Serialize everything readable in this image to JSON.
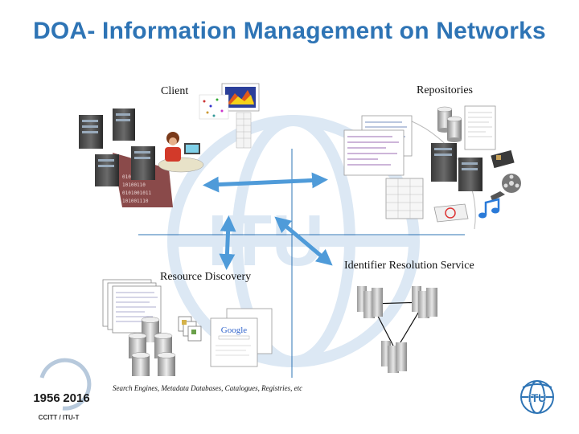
{
  "title": "DOA- Information Management on Networks",
  "quadrants": {
    "client": "Client",
    "repositories": "Repositories",
    "resource_discovery": "Resource Discovery",
    "identifier_resolution": "Identifier Resolution Service"
  },
  "caption": "Search Engines, Metadata Databases, Catalogues, Registries, etc",
  "search_logo": "Google",
  "watermark_text": "ITU",
  "anniversary_logo": {
    "year_start": "1956",
    "year_end": "2016",
    "subtitle": "CCITT / ITU-T"
  },
  "itu_logo": {
    "text": "ITU"
  },
  "colors": {
    "title": "#2e74b5",
    "axis": "#2e74b5",
    "arrow": "#4f9bd9",
    "watermark": "#dce8f4"
  }
}
